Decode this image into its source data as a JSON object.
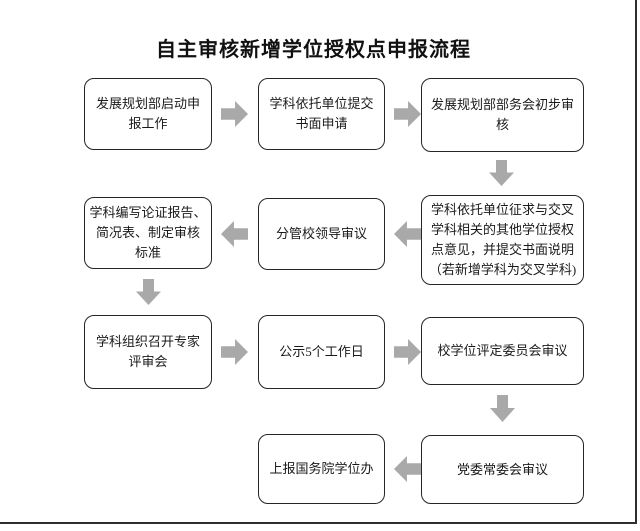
{
  "title": "自主审核新增学位授权点申报流程",
  "colors": {
    "background": "#ffffff",
    "node_border": "#262626",
    "node_text": "#1a1a1a",
    "arrow": "#a9a9a9",
    "page_edge": "#2e2e2e"
  },
  "flow": {
    "nodes": [
      {
        "id": "start-application",
        "label": "发展规划部启动申\n报工作"
      },
      {
        "id": "submit-written-request",
        "label": "学科依托单位提交\n书面申请"
      },
      {
        "id": "preliminary-review",
        "label": "发展规划部部务会初步审\n核"
      },
      {
        "id": "cross-discipline-opinion",
        "label": "学科依托单位征求与交叉\n学科相关的其他学位授权\n点意见，并提交书面说明\n（若新增学科为交叉学科)"
      },
      {
        "id": "vice-president-review",
        "label": "分管校领导审议"
      },
      {
        "id": "prepare-report",
        "label": "学科编写论证报告、\n简况表、制定审核\n标准"
      },
      {
        "id": "expert-review-meeting",
        "label": "学科组织召开专家\n评审会"
      },
      {
        "id": "public-notice",
        "label": "公示5个工作日"
      },
      {
        "id": "degree-committee-review",
        "label": "校学位评定委员会审议"
      },
      {
        "id": "party-committee-review",
        "label": "党委常委会审议"
      },
      {
        "id": "report-state-council",
        "label": "上报国务院学位办"
      }
    ],
    "connections": [
      {
        "from": "start-application",
        "to": "submit-written-request",
        "direction": "right"
      },
      {
        "from": "submit-written-request",
        "to": "preliminary-review",
        "direction": "right"
      },
      {
        "from": "preliminary-review",
        "to": "cross-discipline-opinion",
        "direction": "down"
      },
      {
        "from": "cross-discipline-opinion",
        "to": "vice-president-review",
        "direction": "left"
      },
      {
        "from": "vice-president-review",
        "to": "prepare-report",
        "direction": "left"
      },
      {
        "from": "prepare-report",
        "to": "expert-review-meeting",
        "direction": "down"
      },
      {
        "from": "expert-review-meeting",
        "to": "public-notice",
        "direction": "right"
      },
      {
        "from": "public-notice",
        "to": "degree-committee-review",
        "direction": "right"
      },
      {
        "from": "degree-committee-review",
        "to": "party-committee-review",
        "direction": "down"
      },
      {
        "from": "party-committee-review",
        "to": "report-state-council",
        "direction": "left"
      }
    ]
  }
}
